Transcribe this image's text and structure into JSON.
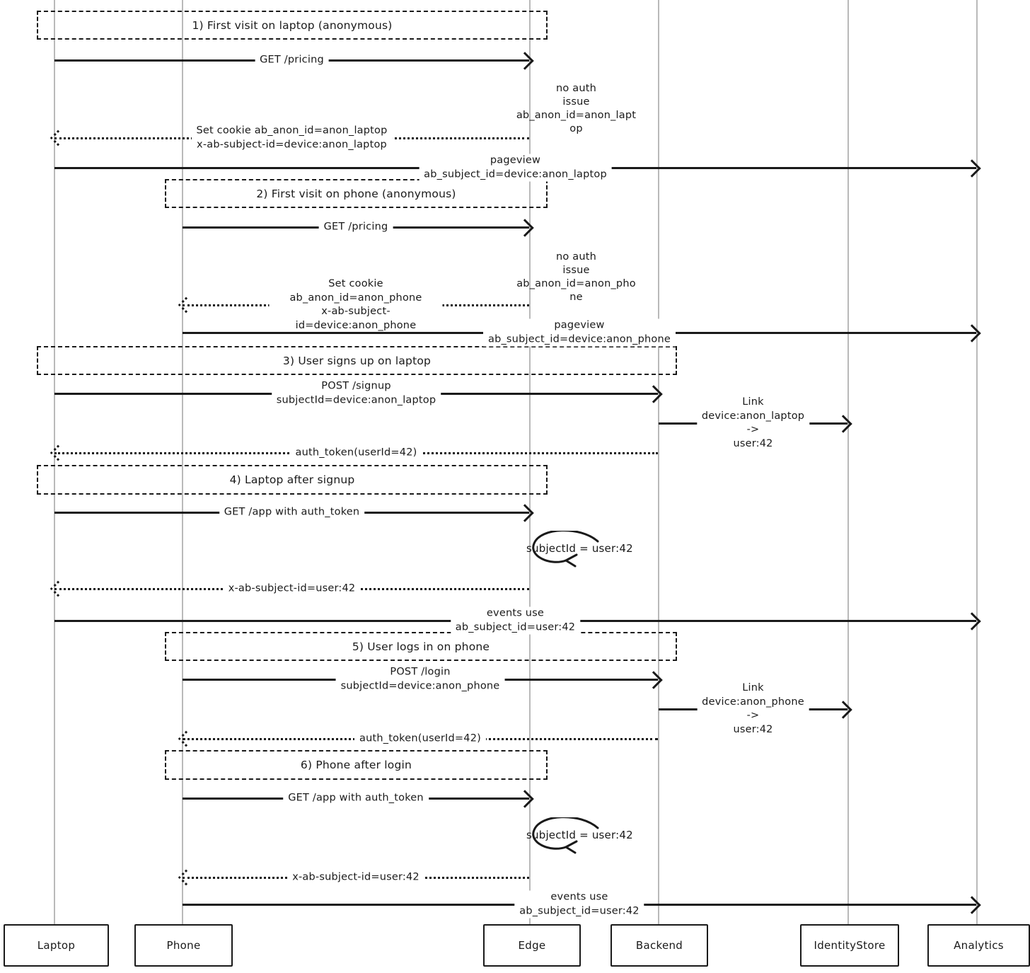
{
  "colors": {
    "ink": "#1a1a1a",
    "lifeline": "#b9b9b9",
    "background": "#ffffff"
  },
  "diagram": {
    "actors": [
      {
        "id": "laptop",
        "label": "Laptop"
      },
      {
        "id": "phone",
        "label": "Phone"
      },
      {
        "id": "edge",
        "label": "Edge"
      },
      {
        "id": "backend",
        "label": "Backend"
      },
      {
        "id": "identitystore",
        "label": "IdentityStore"
      },
      {
        "id": "analytics",
        "label": "Analytics"
      }
    ],
    "sections": [
      {
        "label": "1) First visit on laptop (anonymous)"
      },
      {
        "label": "2) First visit on phone (anonymous)"
      },
      {
        "label": "3) User signs up on laptop"
      },
      {
        "label": "4) Laptop after signup"
      },
      {
        "label": "5) User logs in on phone"
      },
      {
        "label": "6) Phone after login"
      }
    ],
    "messages": [
      {
        "from": "Laptop",
        "to": "Edge",
        "style": "solid",
        "label": "GET /pricing"
      },
      {
        "from": "Edge",
        "to": "Laptop",
        "style": "dotted",
        "label": "Set cookie ab_anon_id=anon_laptop\nx-ab-subject-id=device:anon_laptop"
      },
      {
        "from": "Laptop",
        "to": "Analytics",
        "style": "solid",
        "label": "pageview\nab_subject_id=device:anon_laptop"
      },
      {
        "from": "Phone",
        "to": "Edge",
        "style": "solid",
        "label": "GET /pricing"
      },
      {
        "from": "Edge",
        "to": "Phone",
        "style": "dotted",
        "label": "Set cookie ab_anon_id=anon_phone\nx-ab-subject-id=device:anon_phone"
      },
      {
        "from": "Phone",
        "to": "Analytics",
        "style": "solid",
        "label": "pageview\nab_subject_id=device:anon_phone"
      },
      {
        "from": "Laptop",
        "to": "Backend",
        "style": "solid",
        "label": "POST /signup\nsubjectId=device:anon_laptop"
      },
      {
        "from": "Backend",
        "to": "IdentityStore",
        "style": "solid",
        "label": "Link device:anon_laptop ->\nuser:42"
      },
      {
        "from": "Backend",
        "to": "Laptop",
        "style": "dotted",
        "label": "auth_token(userId=42)"
      },
      {
        "from": "Laptop",
        "to": "Edge",
        "style": "solid",
        "label": "GET /app with auth_token"
      },
      {
        "from": "Edge",
        "to": "Laptop",
        "style": "dotted",
        "label": "x-ab-subject-id=user:42"
      },
      {
        "from": "Laptop",
        "to": "Analytics",
        "style": "solid",
        "label": "events use\nab_subject_id=user:42"
      },
      {
        "from": "Phone",
        "to": "Backend",
        "style": "solid",
        "label": "POST /login\nsubjectId=device:anon_phone"
      },
      {
        "from": "Backend",
        "to": "IdentityStore",
        "style": "solid",
        "label": "Link device:anon_phone ->\nuser:42"
      },
      {
        "from": "Backend",
        "to": "Phone",
        "style": "dotted",
        "label": "auth_token(userId=42)"
      },
      {
        "from": "Phone",
        "to": "Edge",
        "style": "solid",
        "label": "GET /app with auth_token"
      },
      {
        "from": "Edge",
        "to": "Phone",
        "style": "dotted",
        "label": "x-ab-subject-id=user:42"
      },
      {
        "from": "Phone",
        "to": "Analytics",
        "style": "solid",
        "label": "events use\nab_subject_id=user:42"
      }
    ],
    "notes": [
      {
        "near": "Edge",
        "text": "no auth\nissue\nab_anon_id=anon_lapt\nop"
      },
      {
        "near": "Edge",
        "text": "no auth\nissue\nab_anon_id=anon_pho\nne"
      }
    ],
    "self_loops": [
      {
        "at": "Edge",
        "label": "subjectId = user:42"
      },
      {
        "at": "Edge",
        "label": "subjectId = user:42"
      }
    ]
  }
}
